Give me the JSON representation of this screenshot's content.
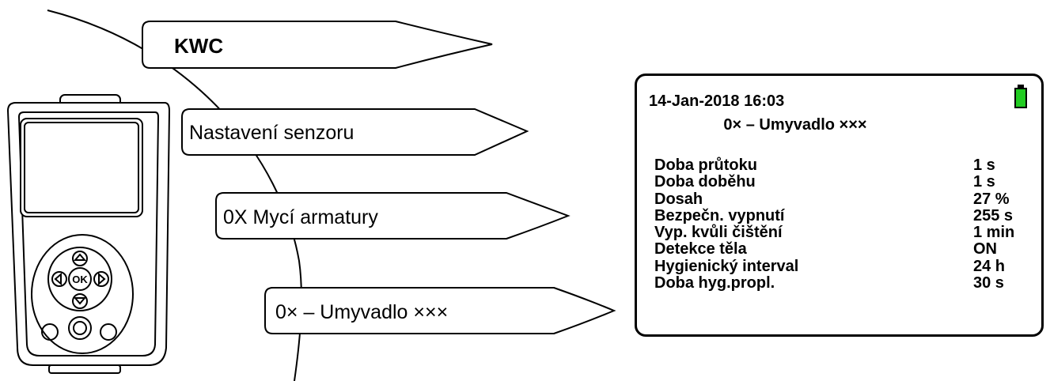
{
  "menu_path": [
    {
      "label": "KWC",
      "bold": true
    },
    {
      "label": "Nastavení senzoru",
      "bold": false
    },
    {
      "label": "0X Mycí armatury",
      "bold": false
    },
    {
      "label": "0× – Umyvadlo ×××",
      "bold": false
    }
  ],
  "device": {
    "ok_button_label": "OK"
  },
  "screen": {
    "datetime": "14-Jan-2018 16:03",
    "title": "0× – Umyvadlo ×××",
    "battery_color": "#22cc22",
    "parameters": [
      {
        "name": "Doba průtoku",
        "value": "1 s"
      },
      {
        "name": "Doba doběhu",
        "value": "1 s"
      },
      {
        "name": "Dosah",
        "value": "27 %"
      },
      {
        "name": "Bezpečn. vypnutí",
        "value": "255 s"
      },
      {
        "name": "Vyp. kvůli čištění",
        "value": "1 min"
      },
      {
        "name": "Detekce těla",
        "value": "ON"
      },
      {
        "name": "Hygienický interval",
        "value": "24 h"
      },
      {
        "name": "Doba hyg.propl.",
        "value": "30 s"
      }
    ]
  }
}
